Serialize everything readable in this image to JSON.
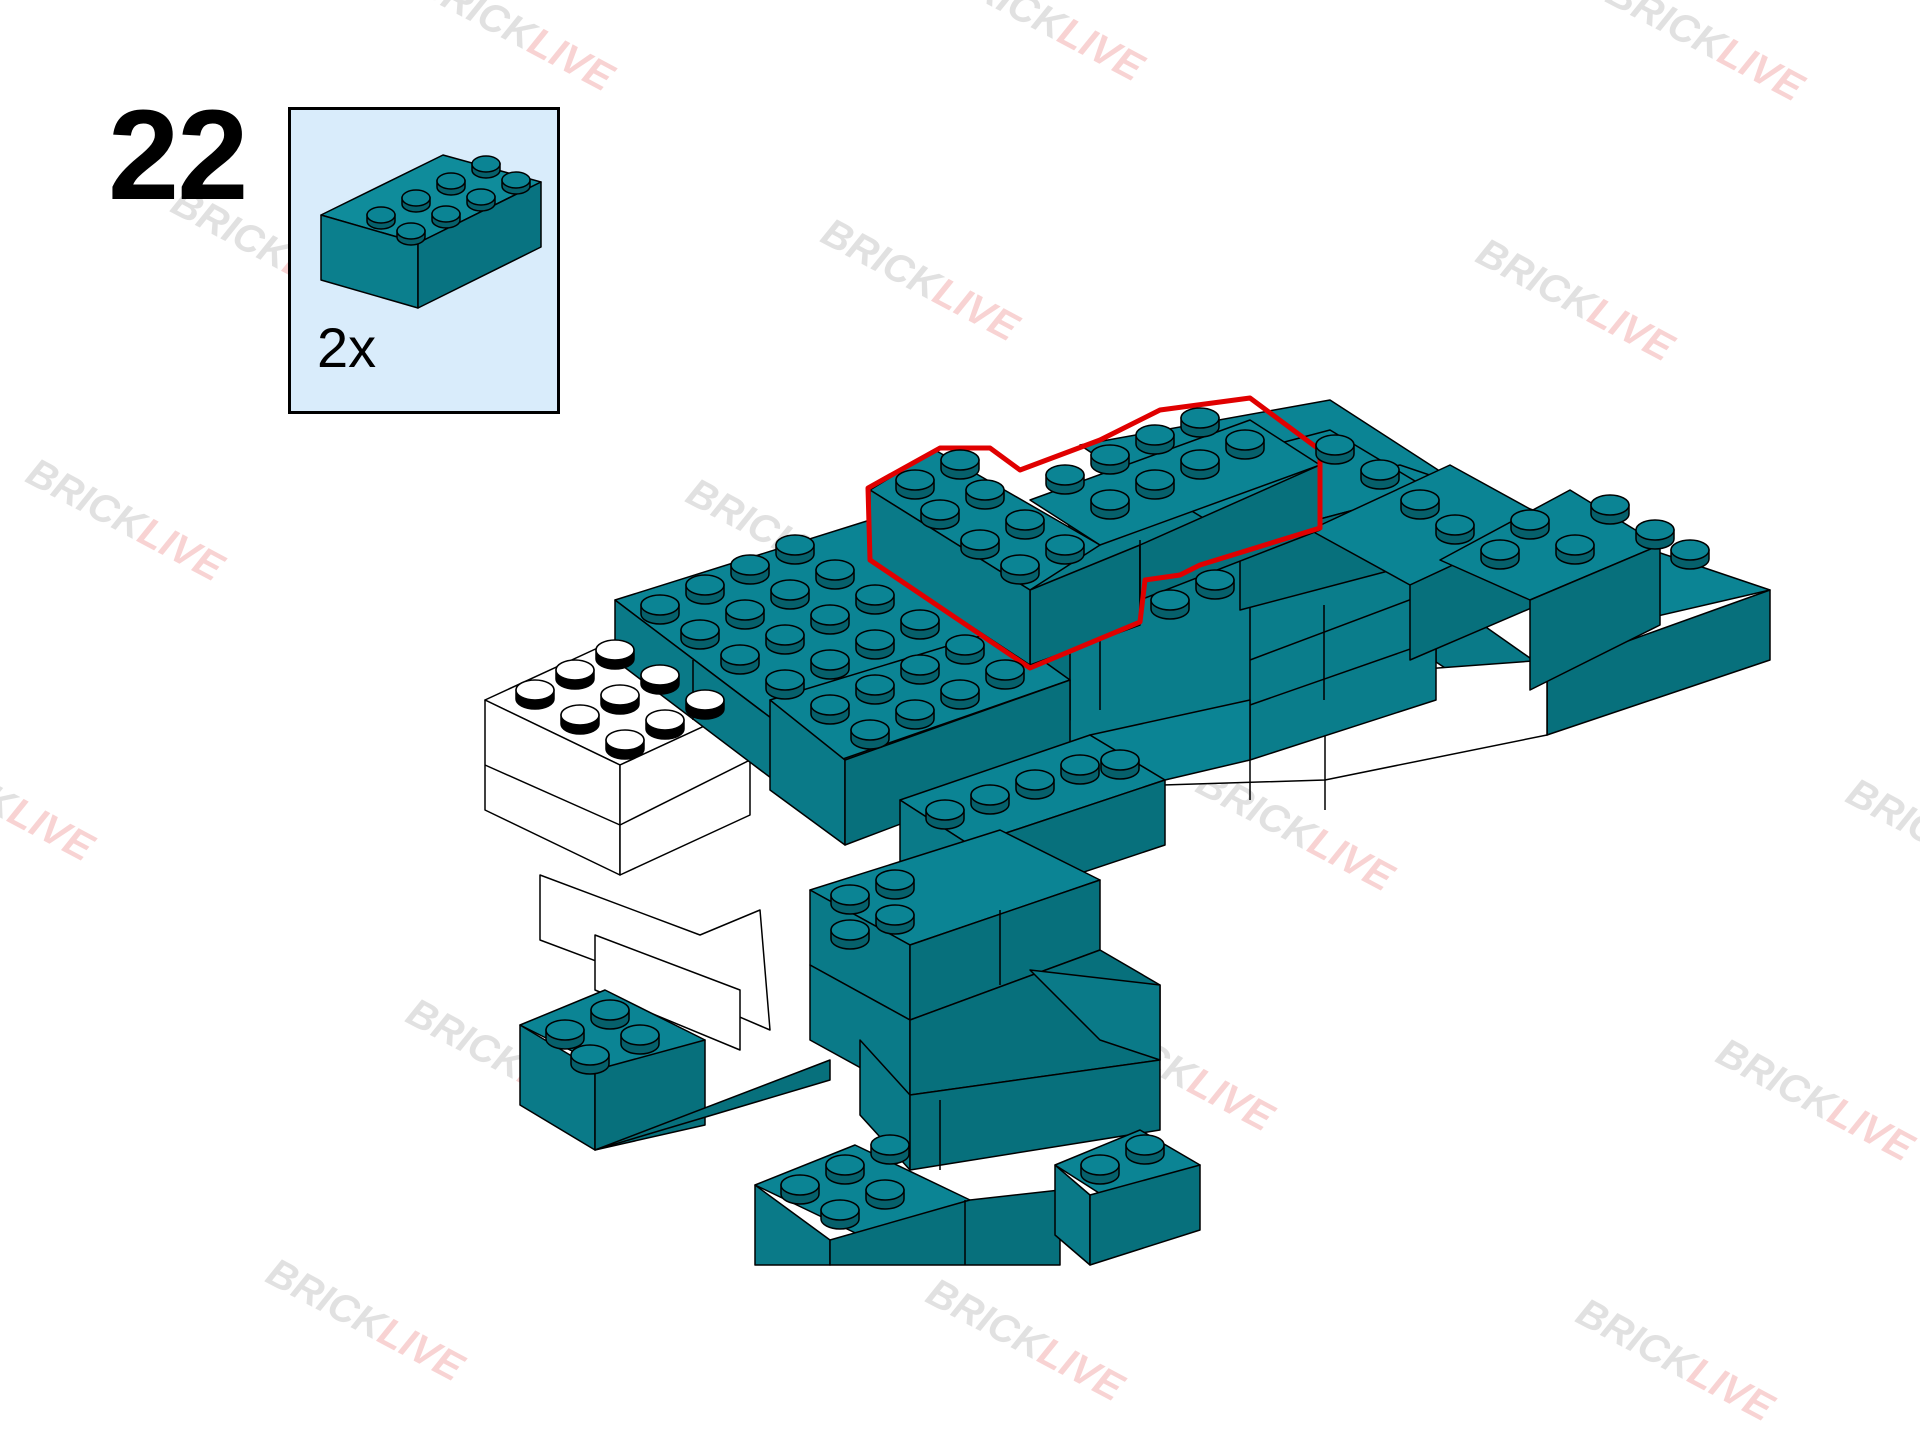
{
  "step": {
    "number": "22"
  },
  "parts": {
    "quantity": "2x",
    "brick": "teal 2x4 brick"
  },
  "watermark": {
    "part1": "BRICK",
    "part2": "LIVE"
  },
  "colors": {
    "teal": "#0b8494",
    "teal_dark": "#06707d",
    "white": "#ffffff",
    "highlight": "#e00000",
    "parts_bg": "#d9ecfb"
  }
}
